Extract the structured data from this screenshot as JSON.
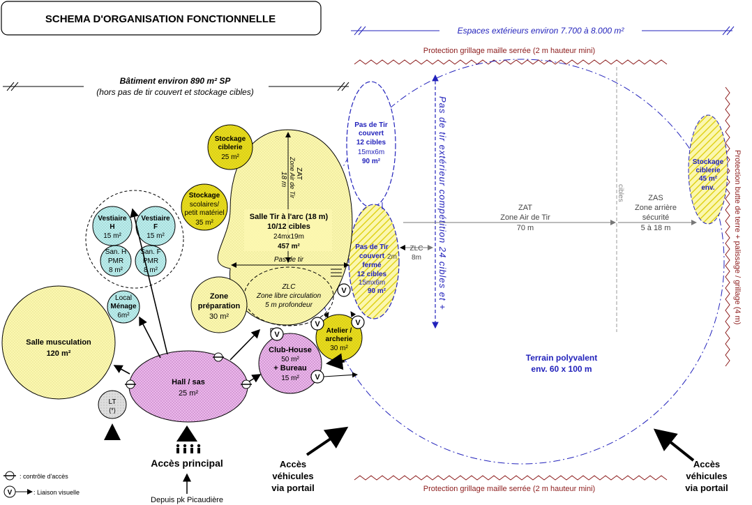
{
  "title": "SCHEMA D'ORGANISATION FONCTIONNELLE",
  "exterior_header": "Espaces extérieurs environ 7.700 à 8.000 m²",
  "building": {
    "line1": "Bâtiment environ 890 m² SP",
    "line2": "(hors pas de tir couvert et stockage cibles)"
  },
  "protection_top": "Protection grillage maille serrée (2 m hauteur mini)",
  "protection_bottom": "Protection grillage maille serrée (2 m hauteur mini)",
  "protection_right": "Protection butte de terre + palissage / grillage (4 m)",
  "outdoor_range_label": "Pas de tir extérieur compétition 24 cibles et +",
  "rooms": {
    "salle_tir": {
      "name": "Salle Tir à l'arc (18 m)",
      "cibles": "10/12 cibles",
      "dims": "24mx19m",
      "area": "457 m²"
    },
    "zat_in": {
      "l1": "ZAT",
      "l2": "Zone Air de Tir",
      "l3": "18 m"
    },
    "pas_de_tir": "Pas de tir",
    "zlc_in": {
      "l1": "ZLC",
      "l2": "Zone libre circulation",
      "l3": "5 m profondeur"
    },
    "stockage_ciblerie": {
      "l1": "Stockage",
      "l2": "ciblerie",
      "area": "25 m²"
    },
    "stockage_scolaires": {
      "l1": "Stockage",
      "l2": "scolaires/",
      "l3": "petit matériel",
      "area": "35 m²"
    },
    "zone_prep": {
      "l1": "Zone",
      "l2": "préparation",
      "area": "30 m²"
    },
    "vestiaire_h": {
      "l1": "Vestiaire",
      "l2": "H",
      "area": "15 m²"
    },
    "vestiaire_f": {
      "l1": "Vestiaire",
      "l2": "F",
      "area": "15 m²"
    },
    "san_h": {
      "l1": "San. H",
      "l2": "PMR",
      "area": "8 m²"
    },
    "san_f": {
      "l1": "San. F",
      "l2": "PMR",
      "area": "8 m²"
    },
    "menage": {
      "l1": "Local",
      "l2": "Ménage",
      "area": "6m²"
    },
    "musculation": {
      "l1": "Salle musculation",
      "area": "120 m²"
    },
    "hall": {
      "l1": "Hall / sas",
      "area": "25 m²"
    },
    "lt": {
      "l1": "LT",
      "l2": "(*)"
    },
    "club_house": {
      "l1": "Club-House",
      "l2": "50 m²",
      "l3": "+ Bureau",
      "area": "15 m²"
    },
    "atelier": {
      "l1": "Atelier /",
      "l2": "archerie",
      "area": "30 m²"
    },
    "pas_couvert": {
      "l1": "Pas de Tir",
      "l2": "couvert",
      "l3": "12 cibles",
      "l4": "15mx6m",
      "area": "90 m²"
    },
    "pas_ferme": {
      "l1": "Pas de Tir",
      "l2": "couvert",
      "l3": "fermé",
      "l4": "12 cibles",
      "l5": "15mx6m",
      "area": "90 m²"
    },
    "stockage_ext": {
      "l1": "Stockage",
      "l2": "ciblerie",
      "area": "45 m²",
      "l3": "env."
    }
  },
  "zones": {
    "zlc_out": {
      "l1": "ZLC",
      "l2": "8m"
    },
    "two_m": "2m",
    "zat_out": {
      "l1": "ZAT",
      "l2": "Zone Air de Tir",
      "l3": "70 m"
    },
    "cibles": "cibles",
    "zas": {
      "l1": "ZAS",
      "l2": "Zone arrière",
      "l3": "sécurité",
      "l4": "5 à 18 m"
    },
    "terrain": {
      "l1": "Terrain polyvalent",
      "l2": "env. 60 x 100 m"
    }
  },
  "access": {
    "main": "Accès principal",
    "from": "Depuis pk Picaudière",
    "vehicles_l1": "Accès",
    "vehicles_l2": "véhicules",
    "vehicles_l3": "via portail"
  },
  "legend": {
    "access_control": ": contrôle d'accès",
    "visual_link": ": Liaison visuelle"
  },
  "visual_symbol": "V",
  "colors": {
    "yellow": "#fbf7b0",
    "yellow_strong": "#e8dc1c",
    "cyan": "#bdeceb",
    "magenta": "#e8b3e8",
    "blue": "#2222bb",
    "dark_red": "#8b1a1a",
    "grey": "#dddddd"
  }
}
